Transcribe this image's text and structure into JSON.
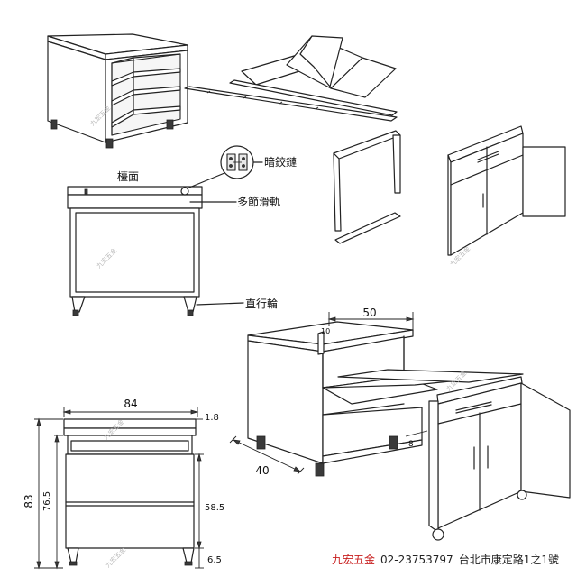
{
  "labels": {
    "hinge": "暗鉸鏈",
    "top": "檯面",
    "rail": "多節滑軌",
    "caster": "直行輪"
  },
  "dimensions": {
    "width_total": "84",
    "width_side": "1.8",
    "height_total": "83",
    "height_body": "76.5",
    "height_inner": "58.5",
    "height_base": "6.5",
    "depth": "40",
    "pullout": "50",
    "top_thickness": "10",
    "gap": "8"
  },
  "watermark": "九宏五金",
  "footer": {
    "brand": "九宏五金",
    "phone": "02-23753797",
    "address": "台北市康定路1之1號"
  },
  "colors": {
    "brand": "#c81e1e",
    "line": "#222222"
  }
}
